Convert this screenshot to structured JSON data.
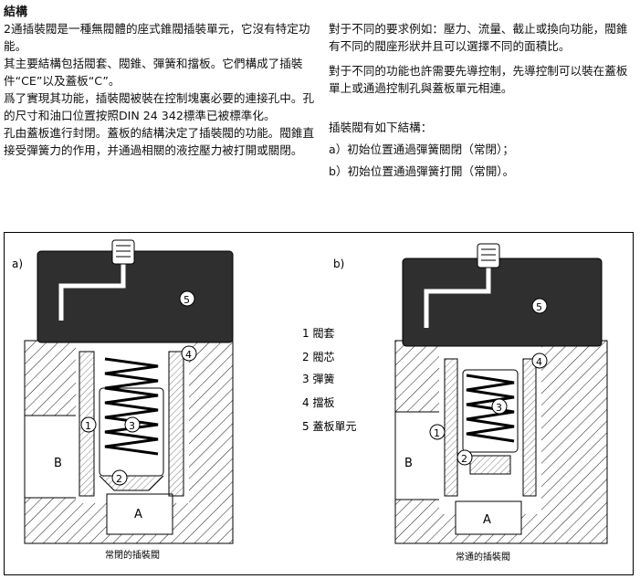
{
  "heading": "結構",
  "left_paragraphs": [
    "2通插裝閥是一種無閥體的座式錐閥插裝單元，它沒有特定功能。",
    "其主要結構包括閥套、閥錐、彈簧和擋板。它們構成了插裝件“CE”以及蓋板“C”。",
    "爲了實現其功能，插裝閥被裝在控制塊裏必要的連接孔中。孔的尺寸和油口位置按照DIN 24 342標準已被標準化。",
    "孔由蓋板進行封閉。蓋板的結構決定了插裝閥的功能。閥錐直接受彈簧力的作用，并通過相關的液控壓力被打開或關閉。"
  ],
  "right_paragraphs": [
    "對于不同的要求例如：壓力、流量、截止或換向功能，閥錐有不同的閥座形狀并且可以選擇不同的面積比。",
    "對于不同的功能也許需要先導控制，先導控制可以裝在蓋板單上或通過控制孔與蓋板單元相連。",
    "插裝閥有如下結構：",
    "a）初始位置通過彈簧關閉（常閉）；",
    "b）初始位置通過彈簧打開（常開）。"
  ],
  "diagram": {
    "label_a": "a)",
    "label_b": "b)",
    "port_a": "A",
    "port_b": "B",
    "callouts": [
      "1",
      "2",
      "3",
      "4",
      "5"
    ],
    "legend": [
      "1 閥套",
      "2 閥芯",
      "3 彈簧",
      "4 擋板",
      "5 蓋板單元"
    ],
    "caption_a": "常閉的插裝閥",
    "caption_b": "常通的插裝閥"
  }
}
